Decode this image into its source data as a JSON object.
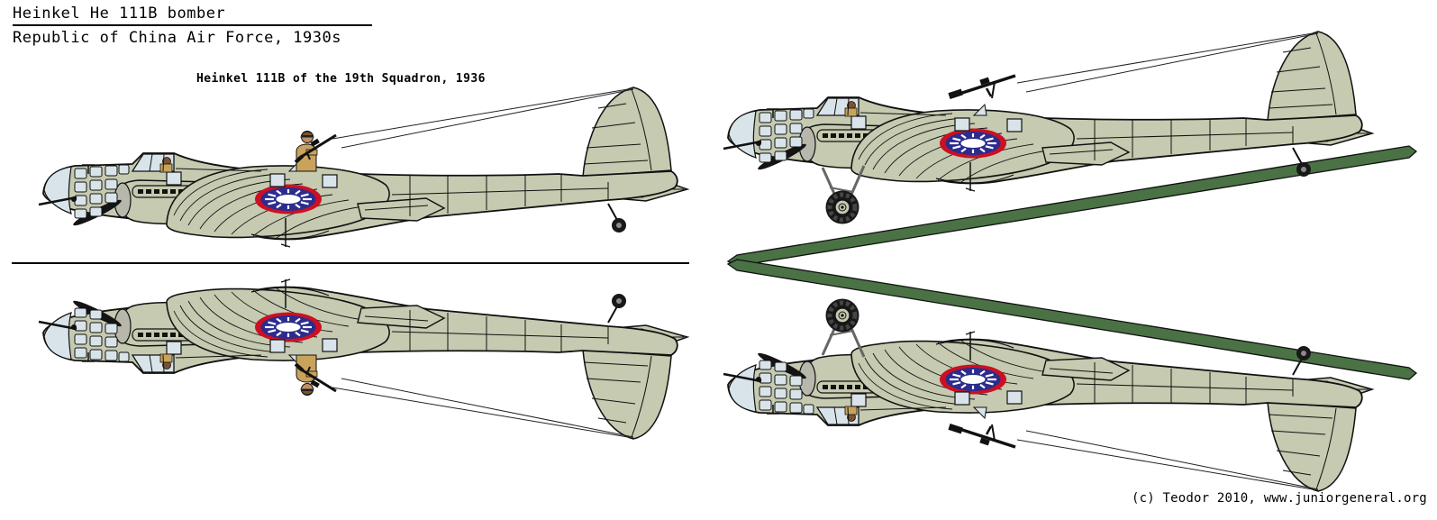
{
  "header": {
    "title": "Heinkel He 111B bomber",
    "subtitle": "Republic of China Air Force, 1930s"
  },
  "caption": "Heinkel 111B of the 19th Squadron, 1936",
  "credit": "(c) Teodor 2010, www.juniorgeneral.org",
  "aircraft": {
    "name": "Heinkel He 111B",
    "operator": "Republic of China Air Force",
    "squadron": "19th Squadron, 1936",
    "profiles": [
      {
        "id": "top-left",
        "description": "side profile in flight with dorsal gunner",
        "mirrored": false
      },
      {
        "id": "bottom-left",
        "description": "fold-over mirror of in-flight profile",
        "mirrored": true
      },
      {
        "id": "top-right",
        "description": "side profile with landing gear down and green wing strip",
        "mirrored": false
      },
      {
        "id": "bottom-right",
        "description": "fold-over mirror of landing-gear profile with green wing strip",
        "mirrored": true
      }
    ]
  },
  "colors": {
    "airframe_sage": "#c5cab0",
    "outline_black": "#111111",
    "glazing_blue": "#d8e4ea",
    "cowl_grey": "#b7b7ac",
    "wing_strip_green": "#4a7245",
    "roundel_red": "#cc1022",
    "roundel_blue": "#2c2c8e",
    "roundel_white": "#ffffff",
    "gunner_tan": "#c9a35b",
    "helmet_brown": "#7a5432",
    "tire_black": "#181818"
  }
}
